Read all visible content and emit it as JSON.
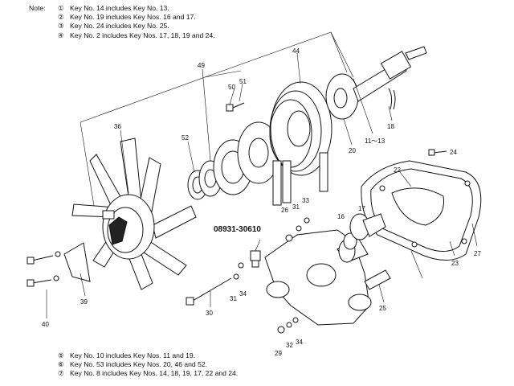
{
  "notes_title": "Note:",
  "notes_top": [
    {
      "num": "①",
      "text": "Key No. 14 includes Key No. 13."
    },
    {
      "num": "②",
      "text": "Key No. 19 includes Key Nos. 16 and 17."
    },
    {
      "num": "③",
      "text": "Key No. 24 includes Key No. 25."
    },
    {
      "num": "④",
      "text": "Key No. 2 includes Key Nos. 17, 18, 19 and 24."
    }
  ],
  "notes_bottom": [
    {
      "num": "⑤",
      "text": "Key No. 10 includes Key Nos. 11 and 19."
    },
    {
      "num": "⑥",
      "text": "Key No. 53 includes Key Nos. 20, 46 and 52."
    },
    {
      "num": "⑦",
      "text": "Key No. 8 includes Key Nos. 14, 18, 19, 17, 22 and 24."
    }
  ],
  "part_number": "08931-30610",
  "callouts": [
    "36",
    "49",
    "50",
    "51",
    "44",
    "18",
    "11～13",
    "20",
    "52",
    "24",
    "22",
    "33",
    "31",
    "26",
    "16",
    "17",
    "23",
    "27",
    "39",
    "40",
    "30",
    "31",
    "34",
    "25",
    "32",
    "29",
    "34"
  ]
}
